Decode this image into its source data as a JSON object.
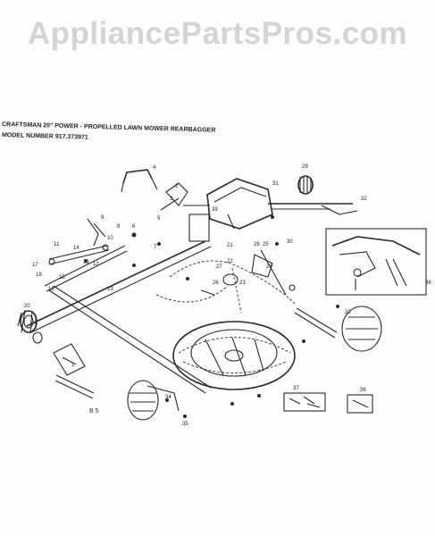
{
  "watermark": "AppliancePartsPros.com",
  "header": {
    "title": "CRAFTSMAN 20\" POWER - PROPELLED LAWN MOWER REARBAGGER",
    "model": "MODEL NUMBER 917.373971"
  },
  "footer_code": "B 5",
  "callouts": {
    "c1": "1",
    "c2": "2",
    "c3": "3",
    "c4": "4",
    "c5": "5",
    "c6": "6",
    "c7": "7",
    "c8": "8",
    "c9": "9",
    "c10": "10",
    "c11": "11",
    "c12": "12",
    "c13": "13",
    "c14": "14",
    "c15": "15",
    "c16": "16",
    "c17": "17",
    "c18": "18",
    "c19": "19",
    "c20": "20",
    "c21": "21",
    "c22": "22",
    "c23": "23",
    "c24": "24",
    "c25": "25",
    "c26": "26",
    "c27": "27",
    "c28": "28",
    "c29": "29",
    "c30": "30",
    "c31": "31",
    "c32": "32",
    "c33": "33",
    "c34": "34",
    "c35": "35",
    "c36": "36",
    "c37": "37",
    "c38": "38",
    "c39": "39"
  }
}
